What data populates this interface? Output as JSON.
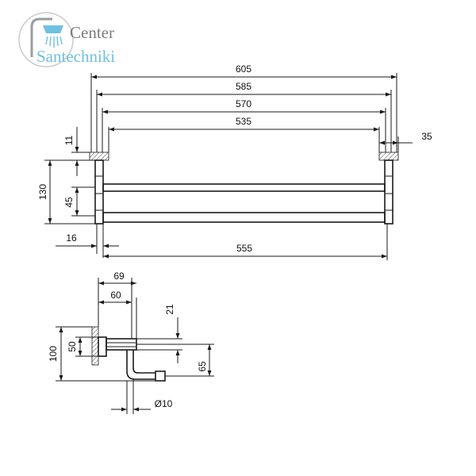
{
  "logo": {
    "line1": "Center",
    "line2": "Santechniki",
    "brand_color": "#6ec1e0",
    "text_color": "#7a7d80",
    "icon": "shower-head-icon"
  },
  "front_view": {
    "dims_top": [
      "605",
      "585",
      "570",
      "535"
    ],
    "dim_right": "35",
    "dim_left_small": "11",
    "dim_height_total": "130",
    "dim_height_spacing": "45",
    "dim_left_offset": "16",
    "dim_bottom": "555"
  },
  "side_view": {
    "dim_69": "69",
    "dim_60": "60",
    "dim_21": "21",
    "dim_50": "50",
    "dim_100": "100",
    "dim_65": "65",
    "dim_diameter": "Ø10"
  }
}
